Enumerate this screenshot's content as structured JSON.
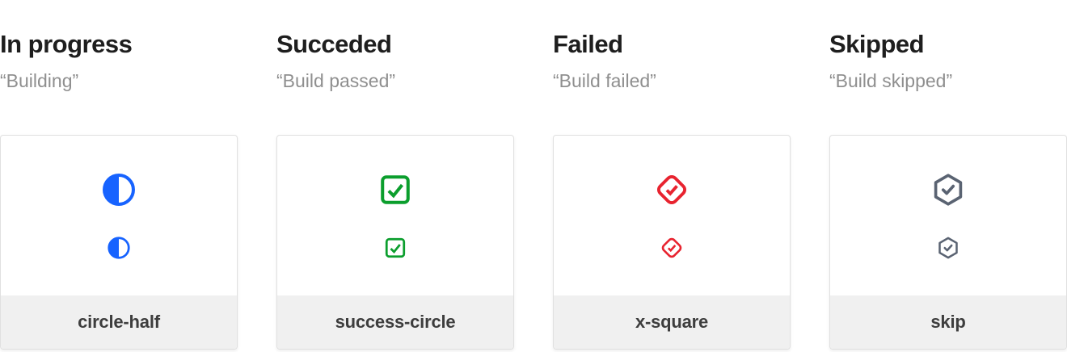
{
  "page": {
    "background_color": "#ffffff",
    "title_color": "#1e1e1e",
    "quote_color": "#8f8f8f",
    "card_border_color": "#e0e0e0",
    "footer_background_color": "#f0f0f0",
    "footer_text_color": "#3d3d3d"
  },
  "columns": [
    {
      "title": "In progress",
      "quote": "“Building”",
      "icon": "circle-half-icon",
      "icon_color": "#1763ff",
      "label": "circle-half"
    },
    {
      "title": "Succeded",
      "quote": "“Build passed”",
      "icon": "check-square-icon",
      "icon_color": "#0b9e2d",
      "label": "success-circle"
    },
    {
      "title": "Failed",
      "quote": "“Build failed”",
      "icon": "diamond-check-icon",
      "icon_color": "#e8232f",
      "label": "x-square"
    },
    {
      "title": "Skipped",
      "quote": "“Build skipped”",
      "icon": "hexagon-check-icon",
      "icon_color": "#5a6372",
      "label": "skip"
    }
  ]
}
